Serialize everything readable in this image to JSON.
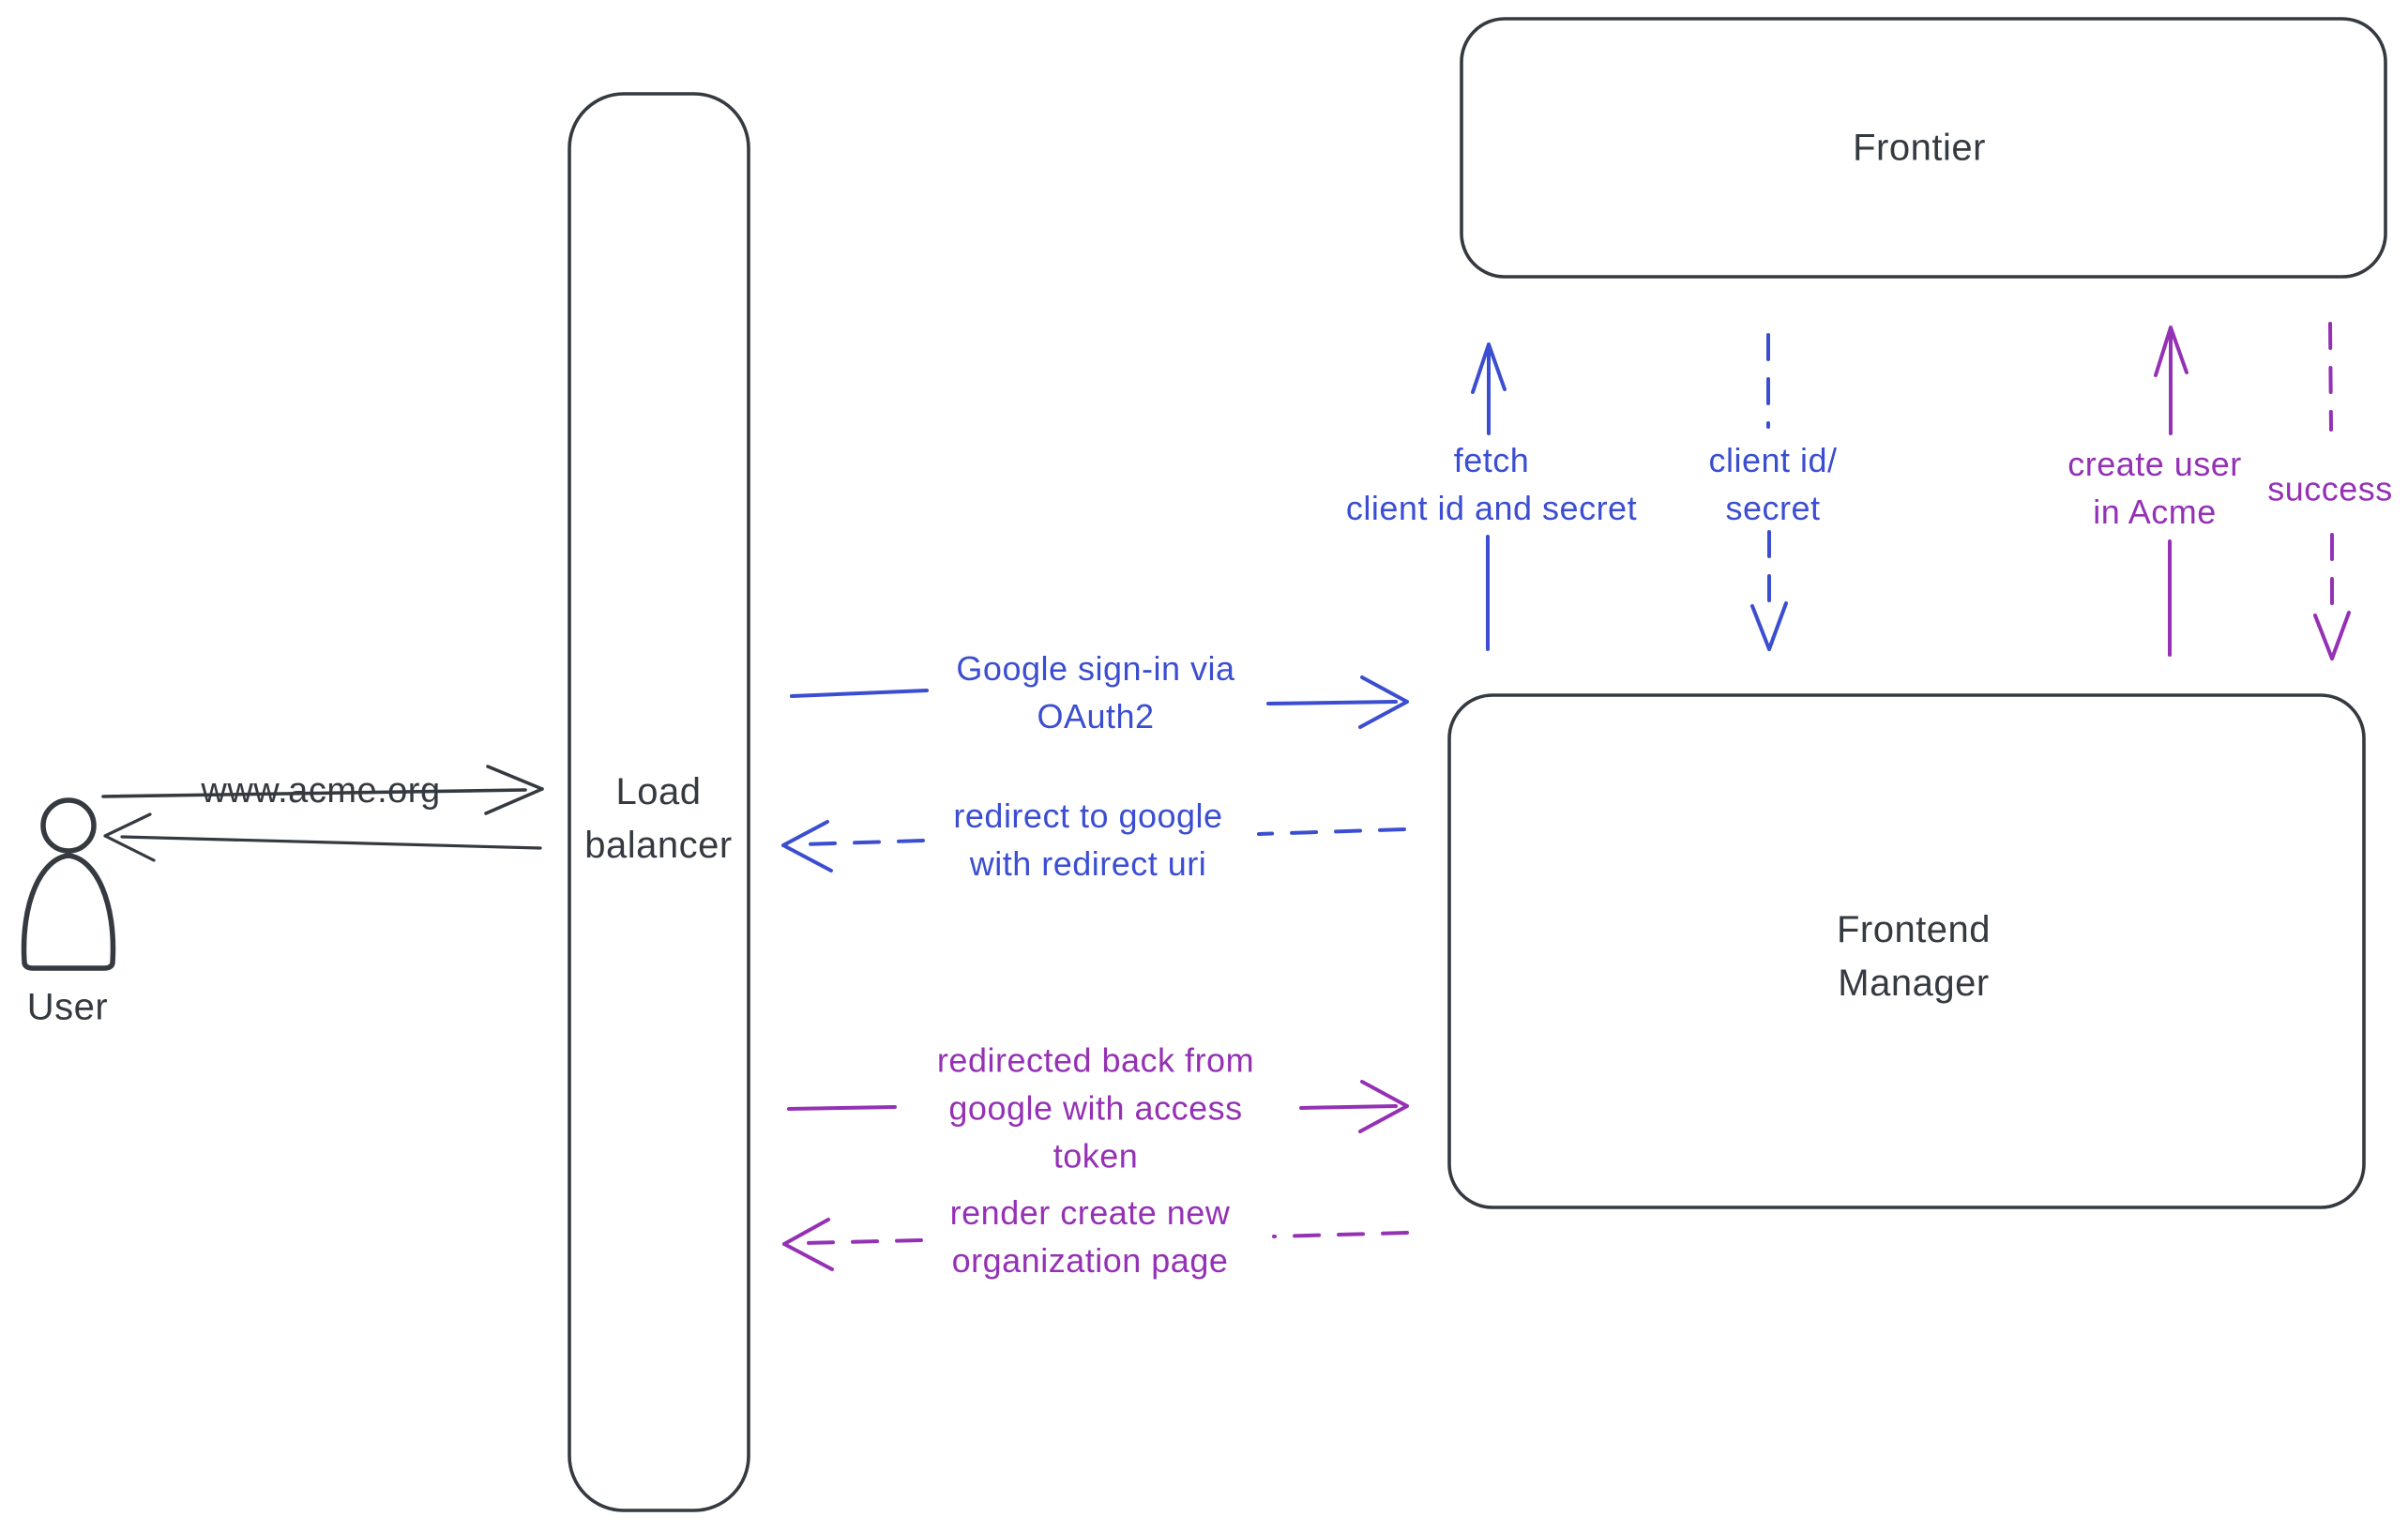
{
  "diagram": {
    "colors": {
      "ink": "#343a40",
      "blue": "#3b4ed1",
      "purple": "#9431b4",
      "hatch": "#ccd5e0"
    },
    "nodes": {
      "user": {
        "label": "User"
      },
      "load_balancer": {
        "label": "Load\nbalancer"
      },
      "frontier": {
        "label": "Frontier"
      },
      "frontend_manager": {
        "label": "Frontend\nManager"
      }
    },
    "edges": {
      "acme_request": {
        "label": "www.acme.org",
        "from": "user",
        "to": "load_balancer",
        "style": "solid",
        "color": "ink"
      },
      "acme_response": {
        "label": "",
        "from": "load_balancer",
        "to": "user",
        "style": "solid",
        "color": "ink"
      },
      "google_signin": {
        "label": "Google sign-in via\nOAuth2",
        "from": "load_balancer",
        "to": "frontend_manager",
        "style": "solid",
        "color": "blue"
      },
      "redirect_to_google": {
        "label": "redirect to google\nwith redirect uri",
        "from": "frontend_manager",
        "to": "load_balancer",
        "style": "dashed",
        "color": "blue"
      },
      "fetch_client_id": {
        "label": "fetch\nclient id and secret",
        "from": "frontend_manager",
        "to": "frontier",
        "style": "solid",
        "color": "blue"
      },
      "client_id_secret": {
        "label": "client id/\nsecret",
        "from": "frontier",
        "to": "frontend_manager",
        "style": "dashed",
        "color": "blue"
      },
      "create_user": {
        "label": "create user\nin Acme",
        "from": "frontend_manager",
        "to": "frontier",
        "style": "solid",
        "color": "purple"
      },
      "success": {
        "label": "success",
        "from": "frontier",
        "to": "frontend_manager",
        "style": "dashed",
        "color": "purple"
      },
      "redirected_back": {
        "label": "redirected back from\ngoogle with access\ntoken",
        "from": "load_balancer",
        "to": "frontend_manager",
        "style": "solid",
        "color": "purple"
      },
      "render_org_page": {
        "label": "render create new\norganization page",
        "from": "frontend_manager",
        "to": "load_balancer",
        "style": "dashed",
        "color": "purple"
      }
    }
  }
}
